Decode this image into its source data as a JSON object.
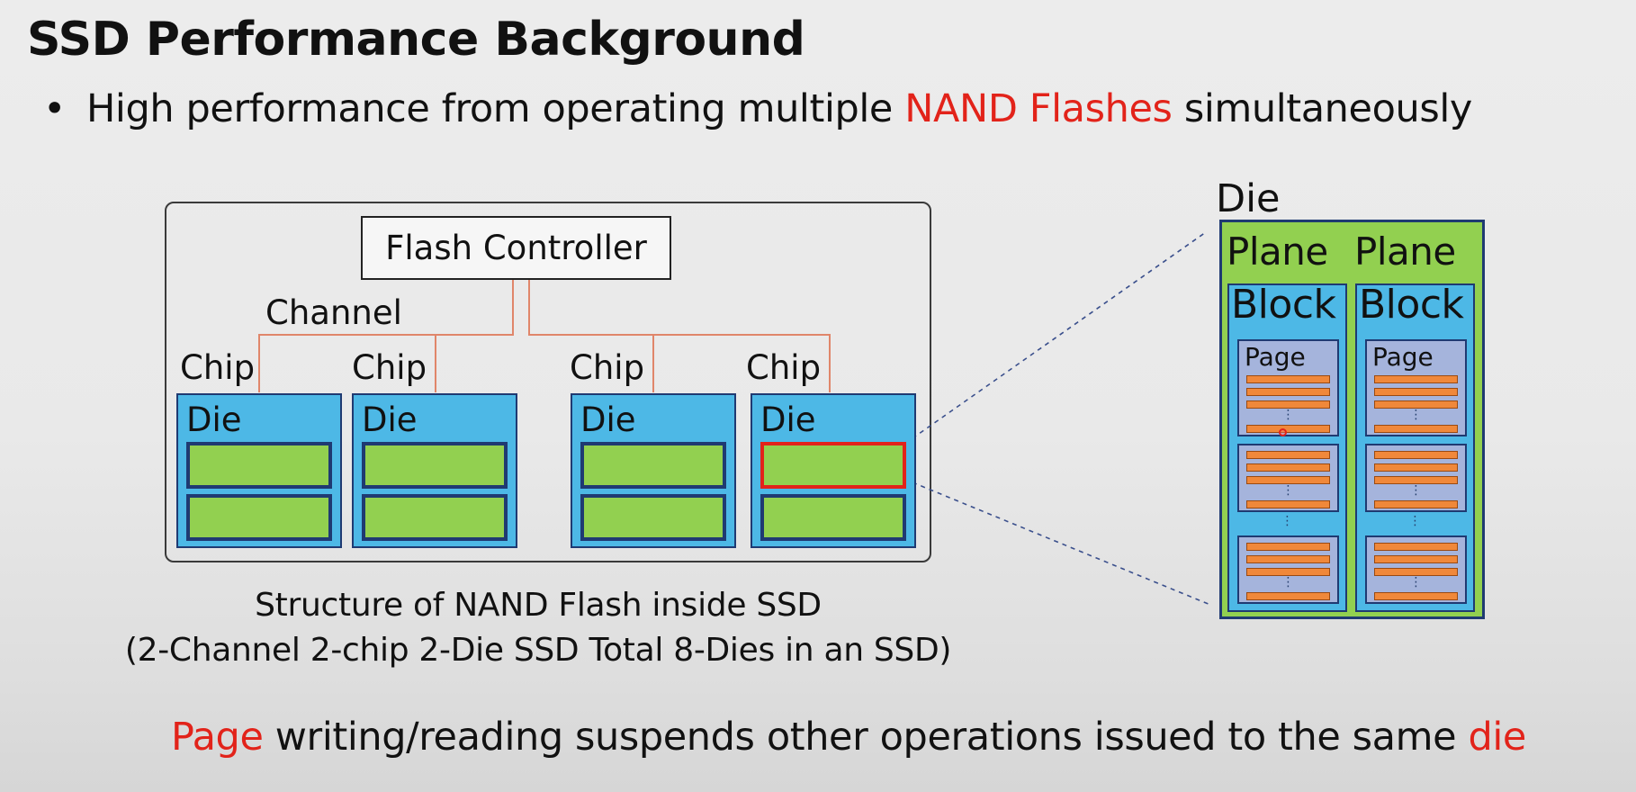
{
  "slide": {
    "title": "SSD Performance Background",
    "bullet": {
      "marker": "•",
      "text_before": "High performance from operating multiple ",
      "highlight": "NAND Flashes",
      "text_after": " simultaneously"
    }
  },
  "diagram": {
    "controller_label": "Flash Controller",
    "channel_label": "Channel",
    "chips": [
      {
        "label": "Chip",
        "die_label": "Die"
      },
      {
        "label": "Chip",
        "die_label": "Die"
      },
      {
        "label": "Chip",
        "die_label": "Die"
      },
      {
        "label": "Chip",
        "die_label": "Die"
      }
    ],
    "caption_line1": "Structure of NAND Flash inside SSD",
    "caption_line2": "(2-Channel 2-chip 2-Die SSD Total 8-Dies in an SSD)"
  },
  "detail": {
    "die_label": "Die",
    "planes": [
      {
        "label": "Plane",
        "block_label": "Block",
        "page_label": "Page"
      },
      {
        "label": "Plane",
        "block_label": "Block",
        "page_label": "Page"
      }
    ],
    "dots": "⋮"
  },
  "bottom": {
    "highlight1": "Page",
    "middle": " writing/reading suspends other operations issued to the same ",
    "highlight2": "die"
  },
  "colors": {
    "accent_red": "#e2231a",
    "die_blue": "#4db8e6",
    "plane_green": "#92d050",
    "page_lavender": "#a5b4dc",
    "page_bar_orange": "#f0883a",
    "outline_navy": "#1f3a72",
    "wire_orange": "#e0866a",
    "zoom_line": "#3a4f8c"
  }
}
